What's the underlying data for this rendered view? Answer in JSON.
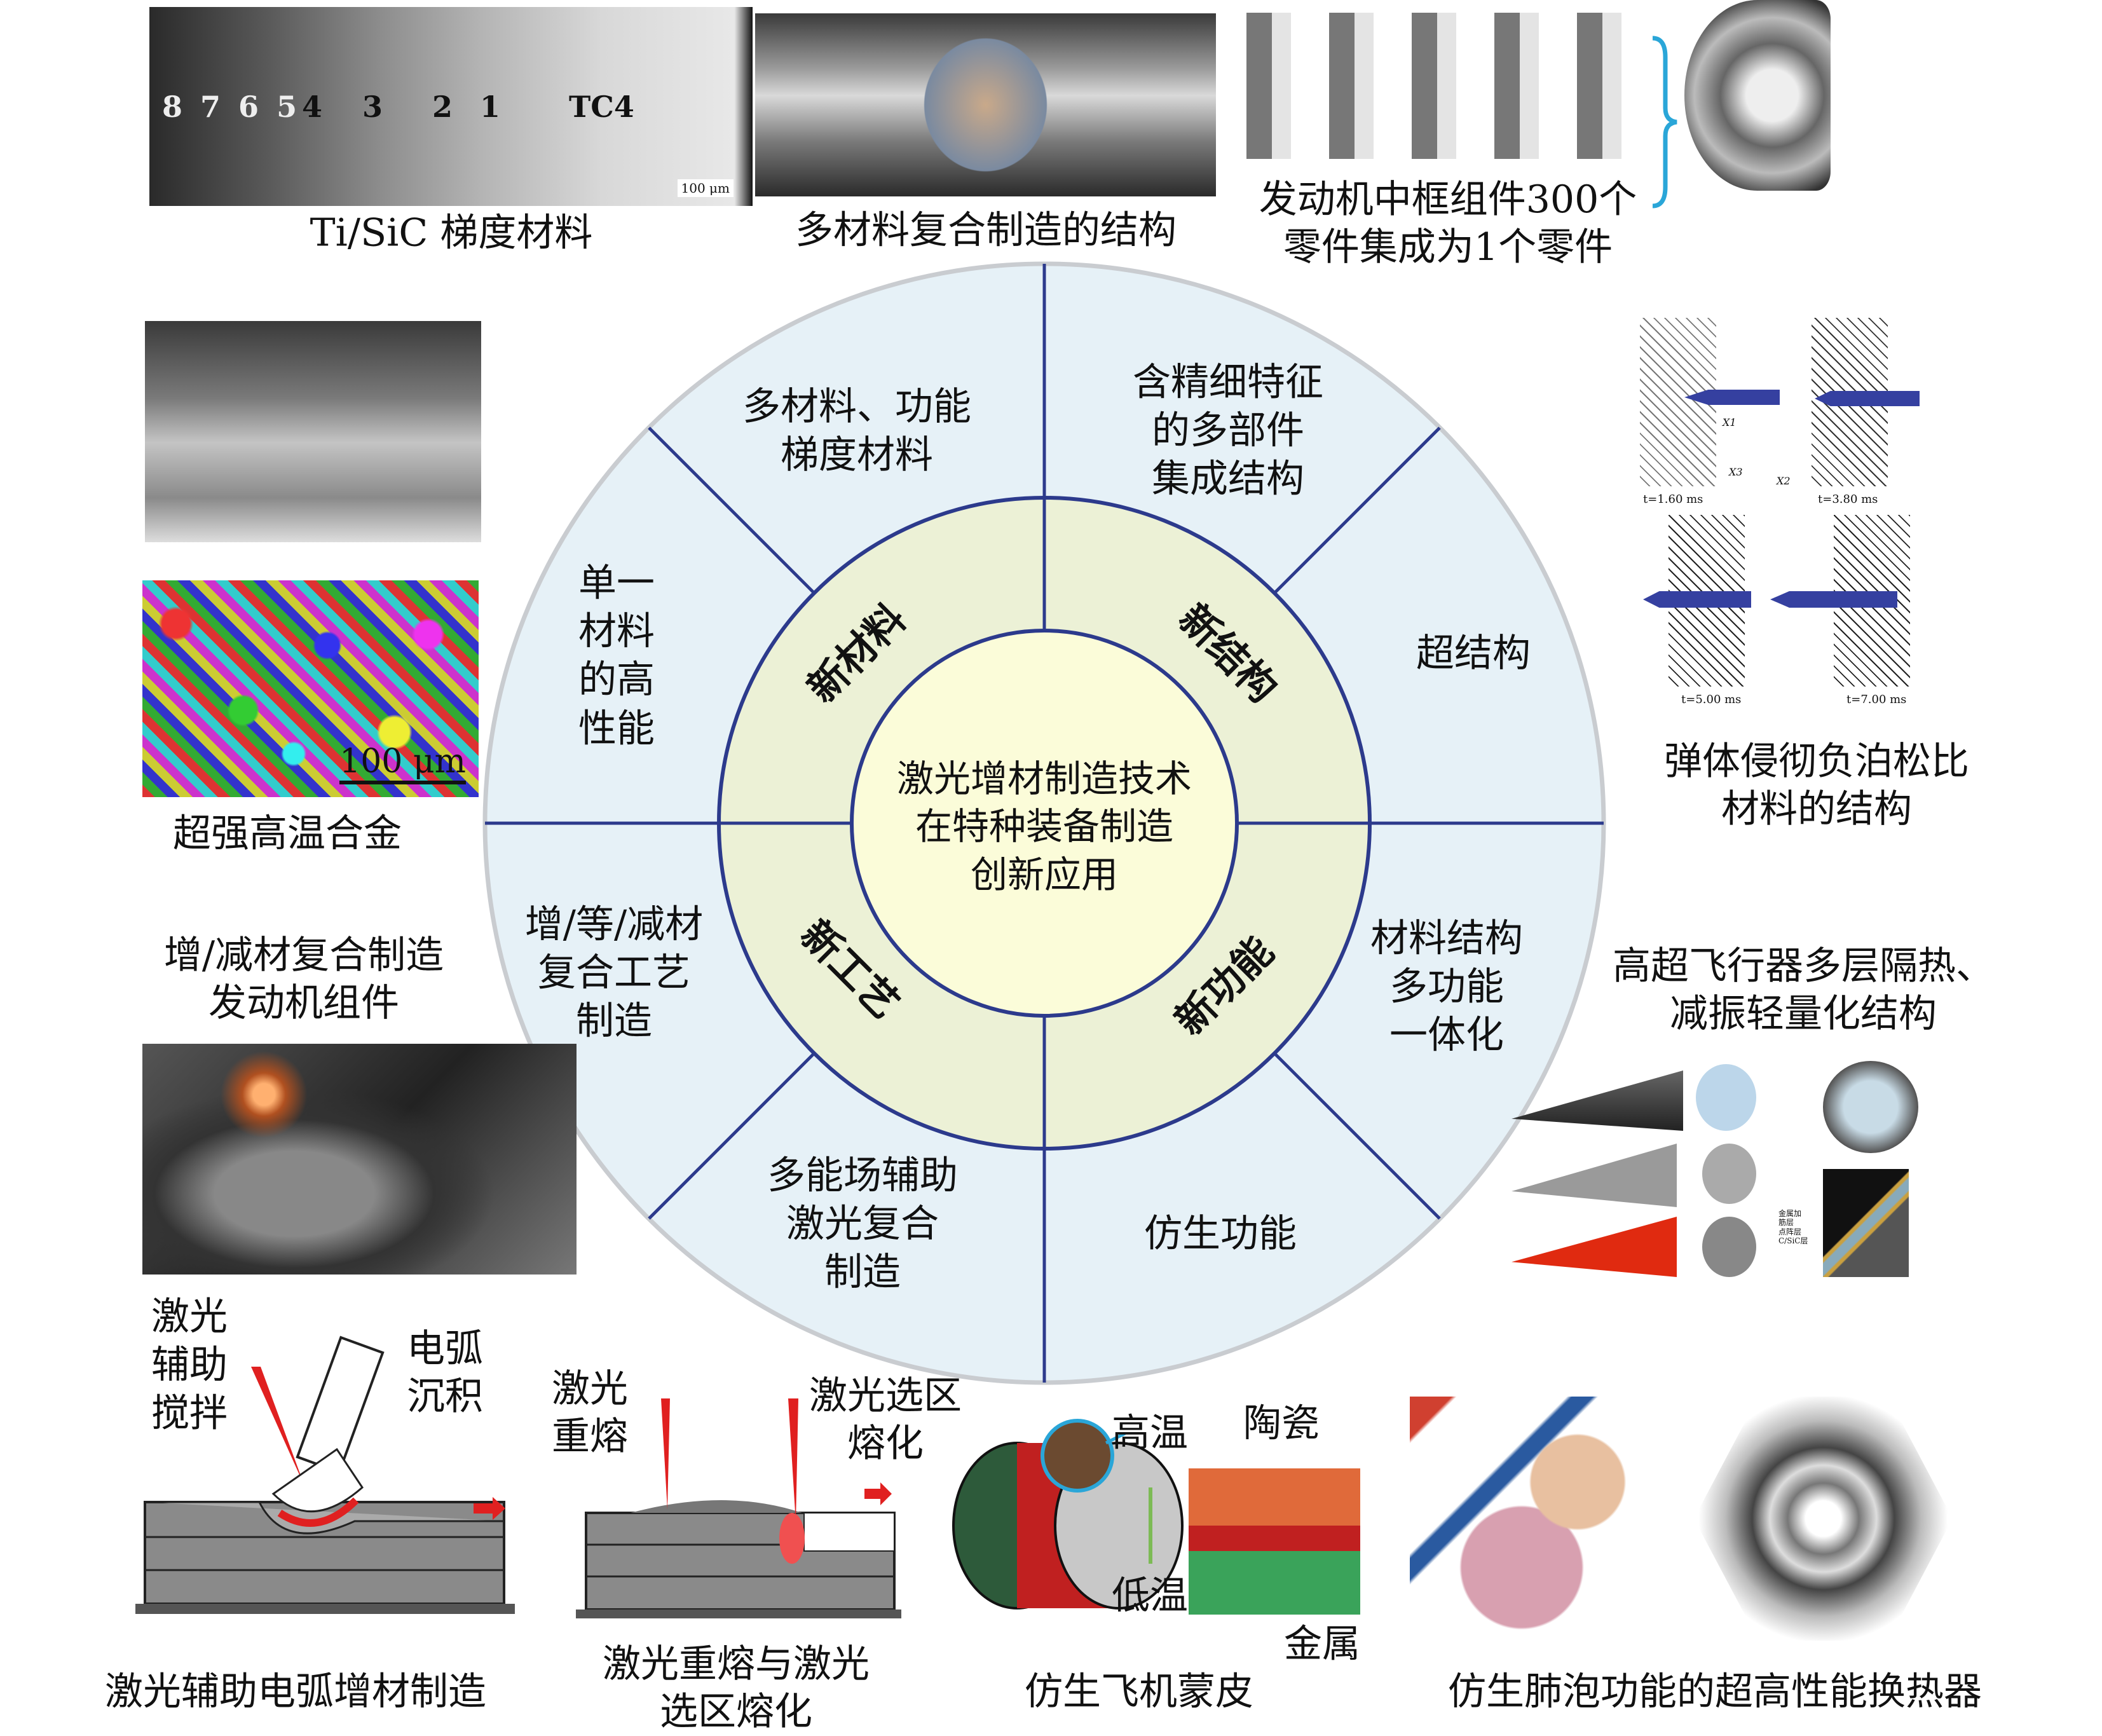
{
  "center": {
    "lines": [
      "激光增材制造技术",
      "在特种装备制造",
      "创新应用"
    ]
  },
  "middle_ring": {
    "new_material": "新材料",
    "new_structure": "新结构",
    "new_function": "新功能",
    "new_process": "新工艺"
  },
  "outer_ring": {
    "multi_material": [
      "多材料、功能",
      "梯度材料"
    ],
    "fine_features": [
      "含精细特征",
      "的多部件",
      "集成结构"
    ],
    "metastructure": [
      "超结构"
    ],
    "multifunction": [
      "材料结构",
      "多功能",
      "一体化"
    ],
    "bionic": [
      "仿生功能"
    ],
    "multi_field": [
      "多能场辅助",
      "激光复合",
      "制造"
    ],
    "hybrid_process": [
      "增/等/减材",
      "复合工艺",
      "制造"
    ],
    "single_material": [
      "单一",
      "材料",
      "的高",
      "性能"
    ]
  },
  "images": {
    "ti_sic": {
      "caption": "Ti/SiC 梯度材料",
      "layers": [
        "8 7 6 5",
        "4",
        "3",
        "2",
        "1",
        "TC4"
      ],
      "scale": "100 μm"
    },
    "multi_material_struct": {
      "caption": "多材料复合制造的结构"
    },
    "engine_frame": {
      "caption": [
        "发动机中框组件300个",
        "零件集成为1个零件"
      ]
    },
    "superalloy": {
      "caption": "超强高温合金",
      "scale": "100 μm"
    },
    "hybrid_engine": {
      "caption": [
        "增/减材复合制造",
        "发动机组件"
      ]
    },
    "auxetic": {
      "caption": [
        "弹体侵彻负泊松比",
        "材料的结构"
      ],
      "times": [
        "t=1.60 ms",
        "t=3.80 ms",
        "t=5.00 ms",
        "t=7.00 ms"
      ],
      "axes": [
        "X1",
        "X2",
        "X3"
      ]
    },
    "hypersonic": {
      "caption": [
        "高超飞行器多层隔热、",
        "减振轻量化结构"
      ],
      "layers": [
        "金属加",
        "筋层",
        "点阵层",
        "C/SiC层"
      ]
    },
    "laser_arc": {
      "caption": "激光辅助电弧增材制造",
      "labels": {
        "laser": [
          "激光",
          "辅助",
          "搅拌"
        ],
        "arc": [
          "电弧",
          "沉积"
        ]
      }
    },
    "laser_remelt": {
      "caption": [
        "激光重熔与激光",
        "选区熔化"
      ],
      "labels": {
        "remelt": [
          "激光",
          "重熔"
        ],
        "slm": [
          "激光选区",
          "熔化"
        ]
      }
    },
    "bionic_skin": {
      "caption": "仿生飞机蒙皮",
      "labels": {
        "high": "高温",
        "ceramic": "陶瓷",
        "low": "低温",
        "metal": "金属"
      }
    },
    "lung_exchanger": {
      "caption": "仿生肺泡功能的超高性能换热器"
    }
  },
  "colors": {
    "outer": "#e6f1f7",
    "middle": "#ecf1d6",
    "inner": "#fbfcd9",
    "lines": "#2c3a8c",
    "border": "#c9ccd0",
    "accent_red": "#e02020",
    "bracket": "#2aa6d8"
  }
}
